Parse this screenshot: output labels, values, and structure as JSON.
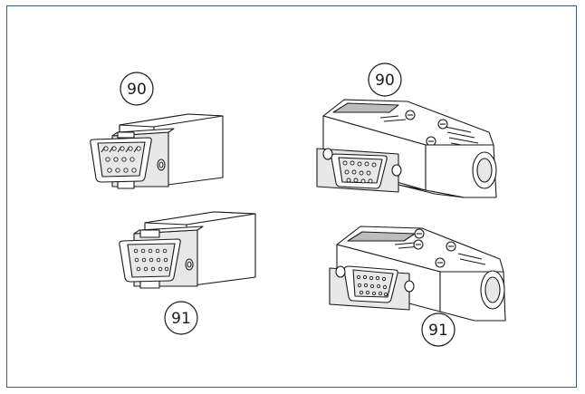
{
  "figure": {
    "labels": {
      "top_left": "90",
      "top_right": "90",
      "bottom_left": "91",
      "bottom_right": "91"
    },
    "items": [
      {
        "id": "straight-male",
        "label": "90",
        "description_icon": "straight-db15-male-connector-icon"
      },
      {
        "id": "angled-male",
        "label": "90",
        "description_icon": "angled-db15-male-connector-icon"
      },
      {
        "id": "straight-female",
        "label": "91",
        "description_icon": "straight-db15-female-connector-icon"
      },
      {
        "id": "angled-female",
        "label": "91",
        "description_icon": "angled-db15-female-connector-icon"
      }
    ],
    "colors": {
      "frame_border": "#3d5a80",
      "line": "#1a1a1a",
      "background": "#ffffff"
    }
  }
}
